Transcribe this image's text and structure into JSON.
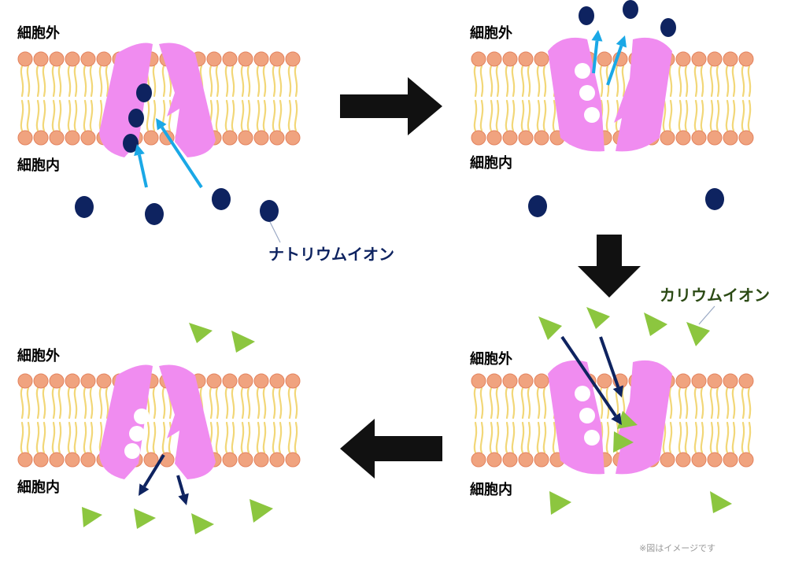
{
  "labels": {
    "outside": "細胞外",
    "inside": "細胞内",
    "sodium": "ナトリウムイオン",
    "potassium": "カリウムイオン",
    "note": "※図はイメージです"
  },
  "colors": {
    "head": "#f0a37f",
    "head_stroke": "#e3835f",
    "tail": "#f2d778",
    "protein": "#f08cf0",
    "sodium_ion": "#0e2360",
    "potassium_ion": "#8cc63f",
    "arrow_in": "#1aa8e6",
    "arrow_out": "#0e2360",
    "step_arrow": "#111111",
    "leader_line": "#9aa9c4",
    "sodium_label": "#0e2360",
    "potassium_label": "#2b4a14",
    "text": "#000000",
    "note": "#999999"
  },
  "panels": [
    {
      "id": "step1",
      "state": "open-inside",
      "has_pockets": false
    },
    {
      "id": "step2",
      "state": "open-outside",
      "has_pockets": true
    },
    {
      "id": "step3",
      "state": "open-outside",
      "has_pockets": true
    },
    {
      "id": "step4",
      "state": "open-inside",
      "has_pockets": true
    }
  ],
  "step_arrows": [
    {
      "from": "step1",
      "to": "step2",
      "direction": "right"
    },
    {
      "from": "step2",
      "to": "step3",
      "direction": "down"
    },
    {
      "from": "step3",
      "to": "step4",
      "direction": "left"
    }
  ]
}
